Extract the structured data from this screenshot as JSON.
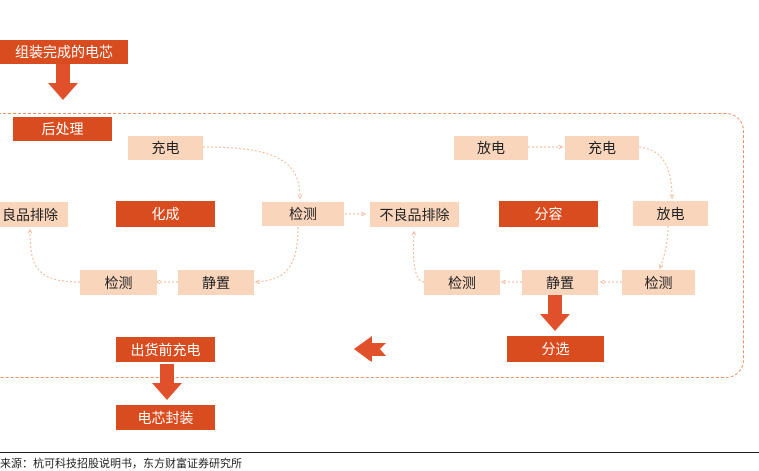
{
  "nodes": {
    "assembled_cell": "组装完成的电芯",
    "post_processing": "后处理",
    "charge_1": "充电",
    "formation": "化成",
    "reject_left": "良品排除",
    "inspect_1": "检测",
    "inspect_2": "检测",
    "rest_1": "静置",
    "reject_mid": "不良品排除",
    "discharge_1": "放电",
    "charge_2": "充电",
    "grading": "分容",
    "discharge_2": "放电",
    "inspect_3": "检测",
    "rest_2": "静置",
    "inspect_4": "检测",
    "sorting": "分选",
    "pre_shipment_charge": "出货前充电",
    "cell_packaging": "电芯封装"
  },
  "source": "来源：杭可科技招股说明书，东方财富证券研究所",
  "colors": {
    "dark": "#d94c1f",
    "light": "#f9d5bc",
    "line": "#f0b697",
    "border": "#ea8f63"
  }
}
